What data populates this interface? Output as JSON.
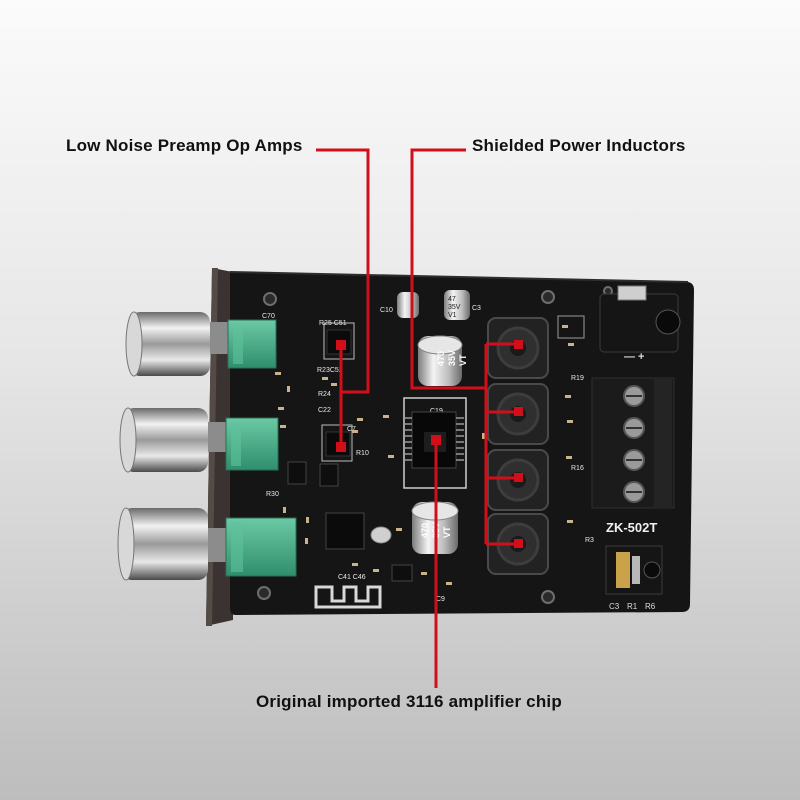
{
  "callouts": {
    "preamp": "Low Noise Preamp Op Amps",
    "inductors": "Shielded Power Inductors",
    "chip": "Original imported 3116 amplifier chip"
  },
  "board": {
    "model": "ZK-502T",
    "capacitor_value": "470",
    "capacitor_voltage": "35V",
    "capacitor_series": "VT",
    "small_cap_value": "47",
    "small_cap_voltage": "35V",
    "small_cap_series": "V1",
    "jack_labels": [
      "C3",
      "R1",
      "R6"
    ]
  },
  "colors": {
    "pcb": "#151515",
    "callout_line": "#d10f1a",
    "pot": "#4aaf8c",
    "terminal": "#1b1b1b"
  }
}
